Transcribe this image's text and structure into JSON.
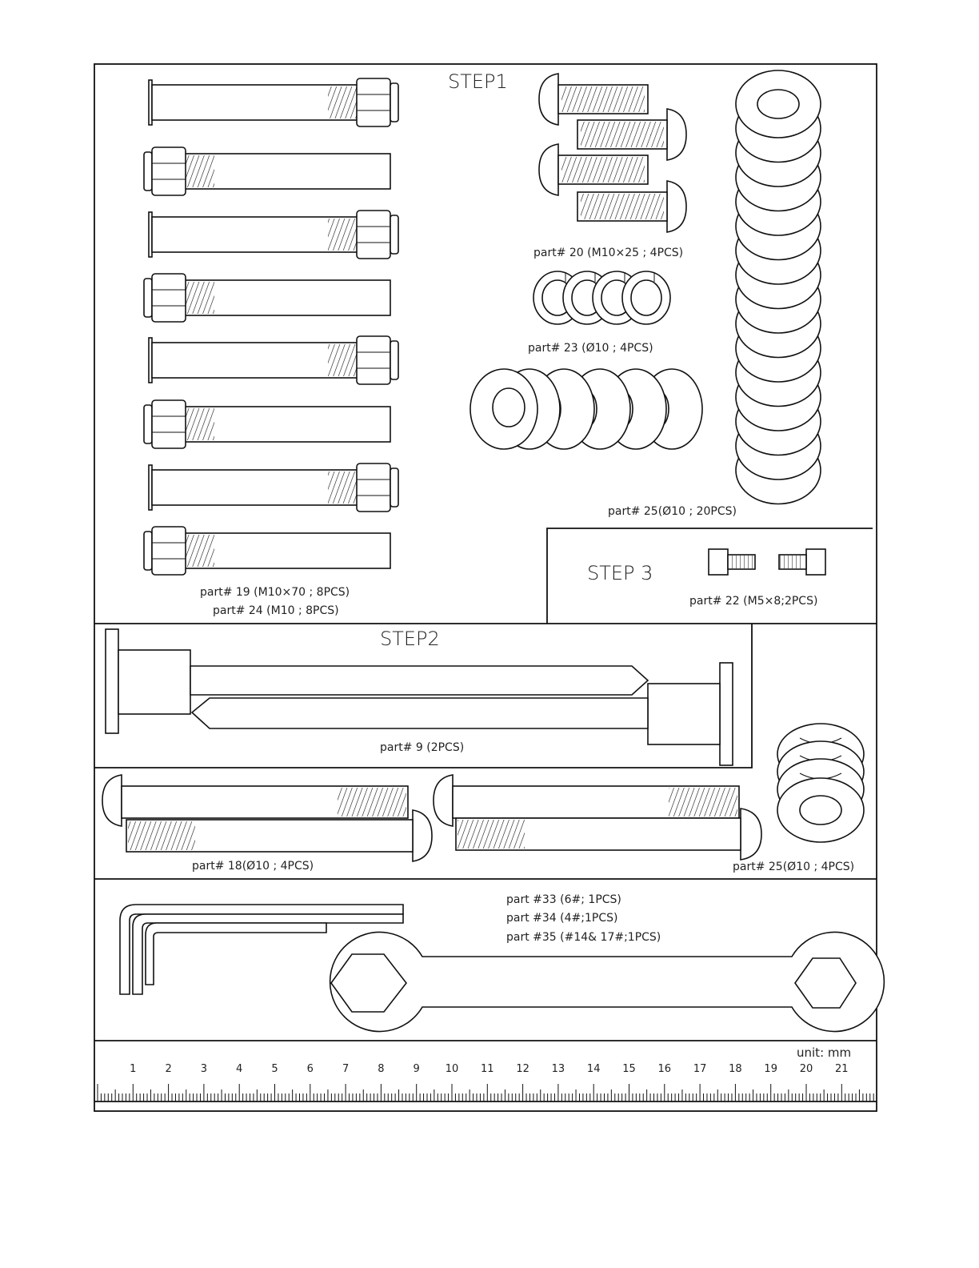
{
  "step1": {
    "title": "STEP1",
    "part20_label": "part# 20 (M10×25  ; 4PCS)",
    "part23_label": "part# 23  (Ø10  ; 4PCS)",
    "part25_label": "part# 25(Ø10   ; 20PCS)",
    "part19_label": "part# 19  (M10×70  ; 8PCS)",
    "part24_label": "part# 24 (M10  ; 8PCS)"
  },
  "step3": {
    "title": "STEP 3",
    "part22_label": "part#  22 (M5×8;2PCS)"
  },
  "step2": {
    "title": "STEP2",
    "part9_label": "part# 9 (2PCS)",
    "part18_label": "part# 18(Ø10    ; 4PCS)",
    "part25_label": "part# 25(Ø10    ; 4PCS)"
  },
  "tools": {
    "part33_label": "part  #33 (6#; 1PCS)",
    "part34_label": "part  #34 (4#;1PCS)",
    "part35_label": "part  #35 (#14& 17#;1PCS)"
  },
  "ruler": {
    "unit_label": "unit:  mm",
    "numbers": [
      "1",
      "2",
      "3",
      "4",
      "5",
      "6",
      "7",
      "8",
      "9",
      "10",
      "11",
      "12",
      "13",
      "14",
      "15",
      "16",
      "17",
      "18",
      "19",
      "20",
      "21"
    ]
  }
}
